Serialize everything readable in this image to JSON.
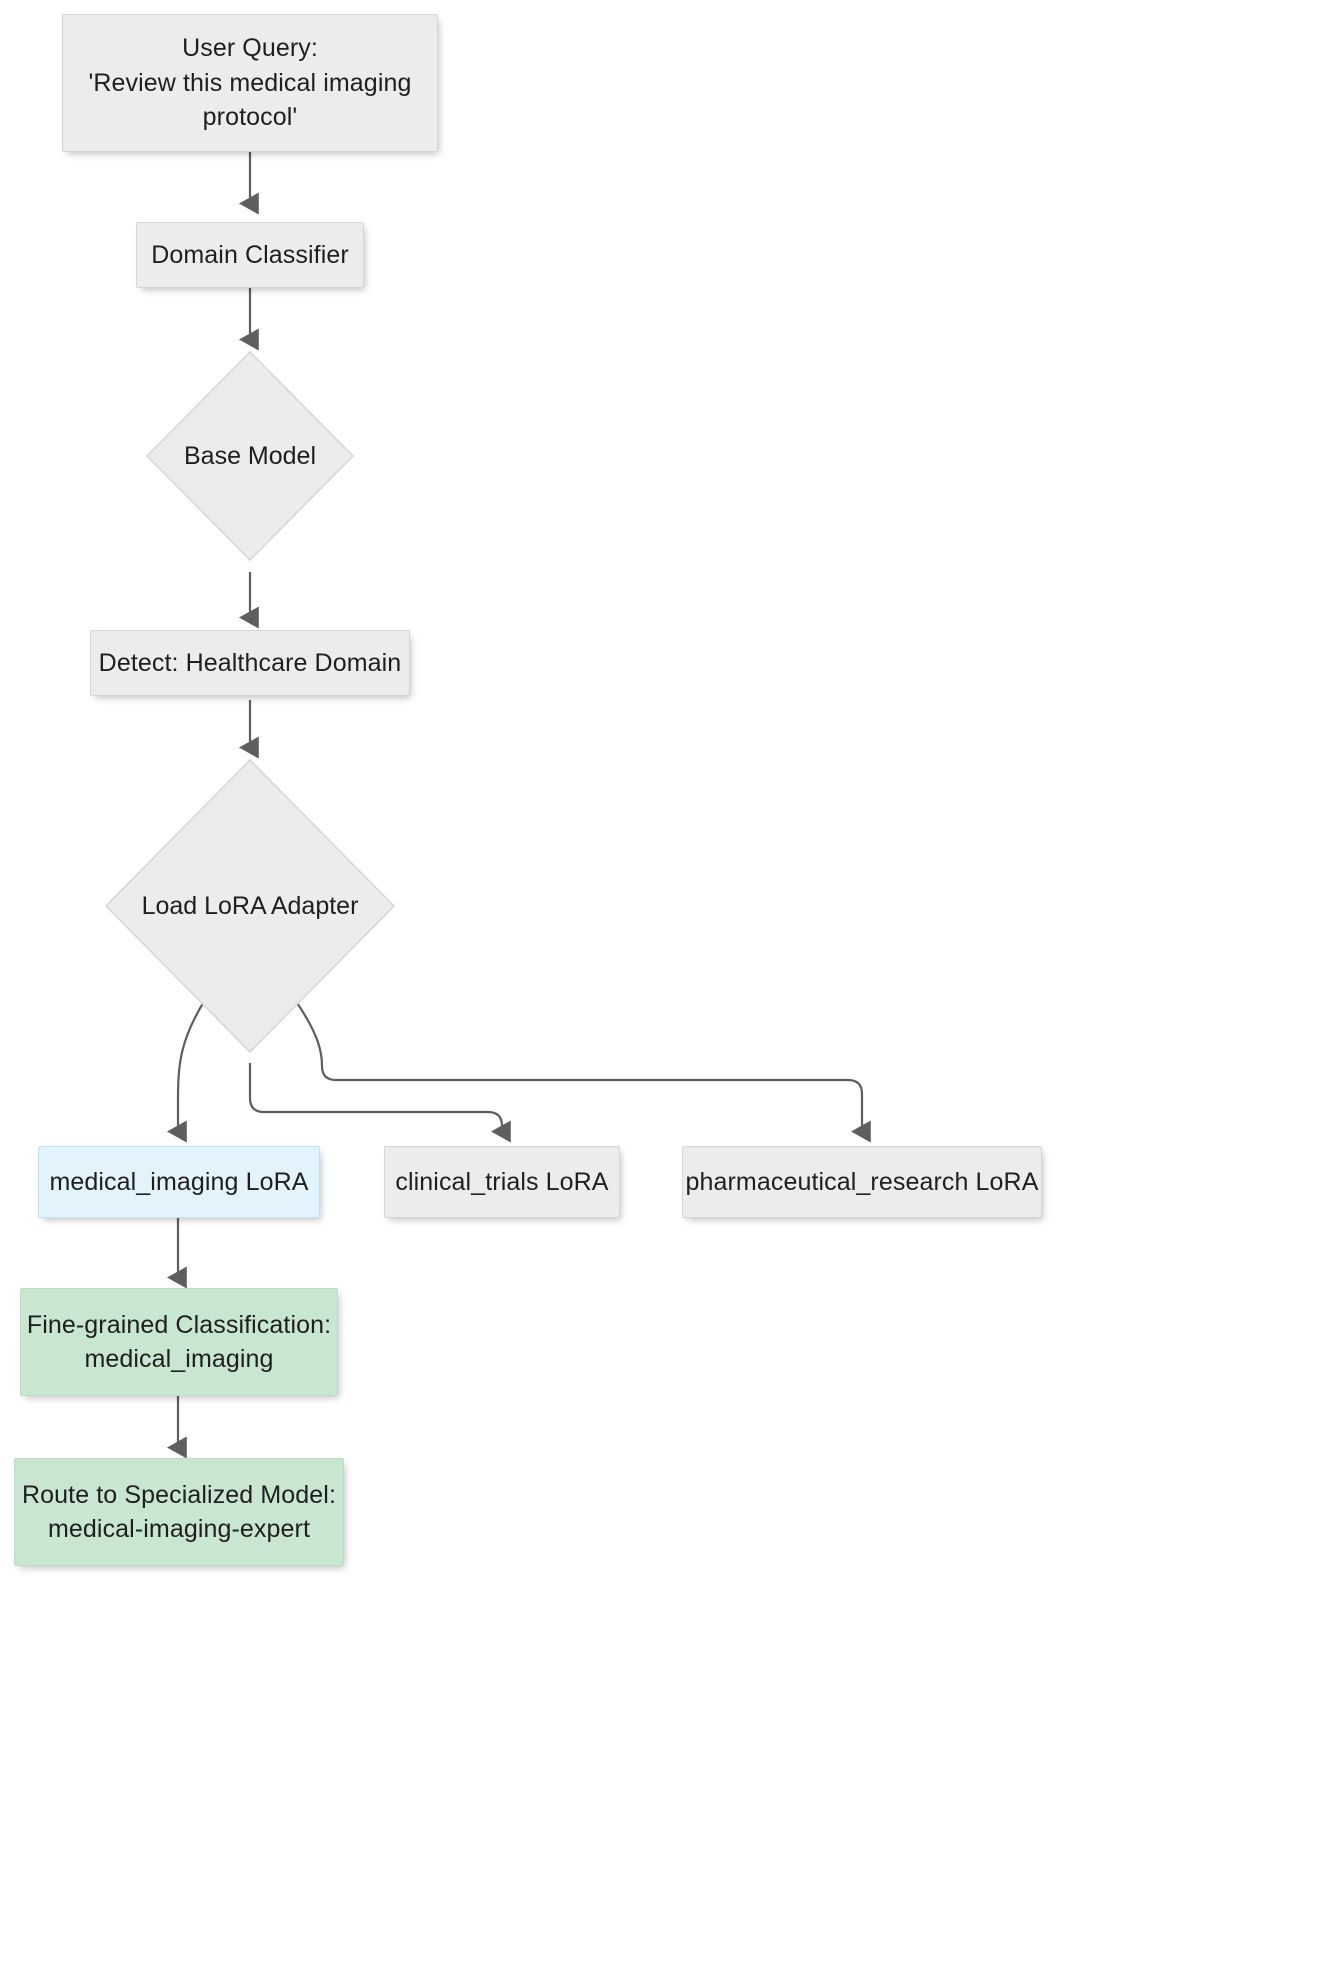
{
  "diagram": {
    "type": "flowchart",
    "direction": "top-down",
    "title": "LoRA Adapter Domain Routing Flowchart",
    "theme": {
      "default_fill": "#ececec",
      "default_stroke": "#d6d6d6",
      "highlight_fill": "#e2f3fb",
      "highlight_stroke": "#bfe4f4",
      "success_fill": "#c9e6d0",
      "success_stroke": "#bcdcc4",
      "edge_color": "#555555",
      "text_color": "#1f1f1f",
      "background": "#ffffff"
    },
    "nodes": [
      {
        "id": "user-query",
        "label": "User Query:\n'Review this medical imaging\nprotocol'",
        "shape": "rect",
        "style": "default"
      },
      {
        "id": "domain-classifier",
        "label": "Domain Classifier",
        "shape": "rect",
        "style": "default"
      },
      {
        "id": "base-model",
        "label": "Base Model",
        "shape": "diamond",
        "style": "default"
      },
      {
        "id": "detect-healthcare-domain",
        "label": "Detect: Healthcare Domain",
        "shape": "rect",
        "style": "default"
      },
      {
        "id": "load-lora-adapter",
        "label": "Load LoRA Adapter",
        "shape": "diamond",
        "style": "default"
      },
      {
        "id": "medical-imaging-lora",
        "label": "medical_imaging LoRA",
        "shape": "rect",
        "style": "highlight"
      },
      {
        "id": "clinical-trials-lora",
        "label": "clinical_trials LoRA",
        "shape": "rect",
        "style": "default"
      },
      {
        "id": "pharmaceutical-research-lora",
        "label": "pharmaceutical_research LoRA",
        "shape": "rect",
        "style": "default"
      },
      {
        "id": "fine-grained-classification",
        "label": "Fine-grained Classification:\nmedical_imaging",
        "shape": "rect",
        "style": "success"
      },
      {
        "id": "route-to-specialized-model",
        "label": "Route to Specialized Model:\nmedical-imaging-expert",
        "shape": "rect",
        "style": "success"
      }
    ],
    "edges": [
      {
        "from": "user-query",
        "to": "domain-classifier",
        "label": ""
      },
      {
        "from": "domain-classifier",
        "to": "base-model",
        "label": ""
      },
      {
        "from": "base-model",
        "to": "detect-healthcare-domain",
        "label": ""
      },
      {
        "from": "detect-healthcare-domain",
        "to": "load-lora-adapter",
        "label": ""
      },
      {
        "from": "load-lora-adapter",
        "to": "medical-imaging-lora",
        "label": ""
      },
      {
        "from": "load-lora-adapter",
        "to": "clinical-trials-lora",
        "label": ""
      },
      {
        "from": "load-lora-adapter",
        "to": "pharmaceutical-research-lora",
        "label": ""
      },
      {
        "from": "medical-imaging-lora",
        "to": "fine-grained-classification",
        "label": ""
      },
      {
        "from": "fine-grained-classification",
        "to": "route-to-specialized-model",
        "label": ""
      }
    ]
  }
}
